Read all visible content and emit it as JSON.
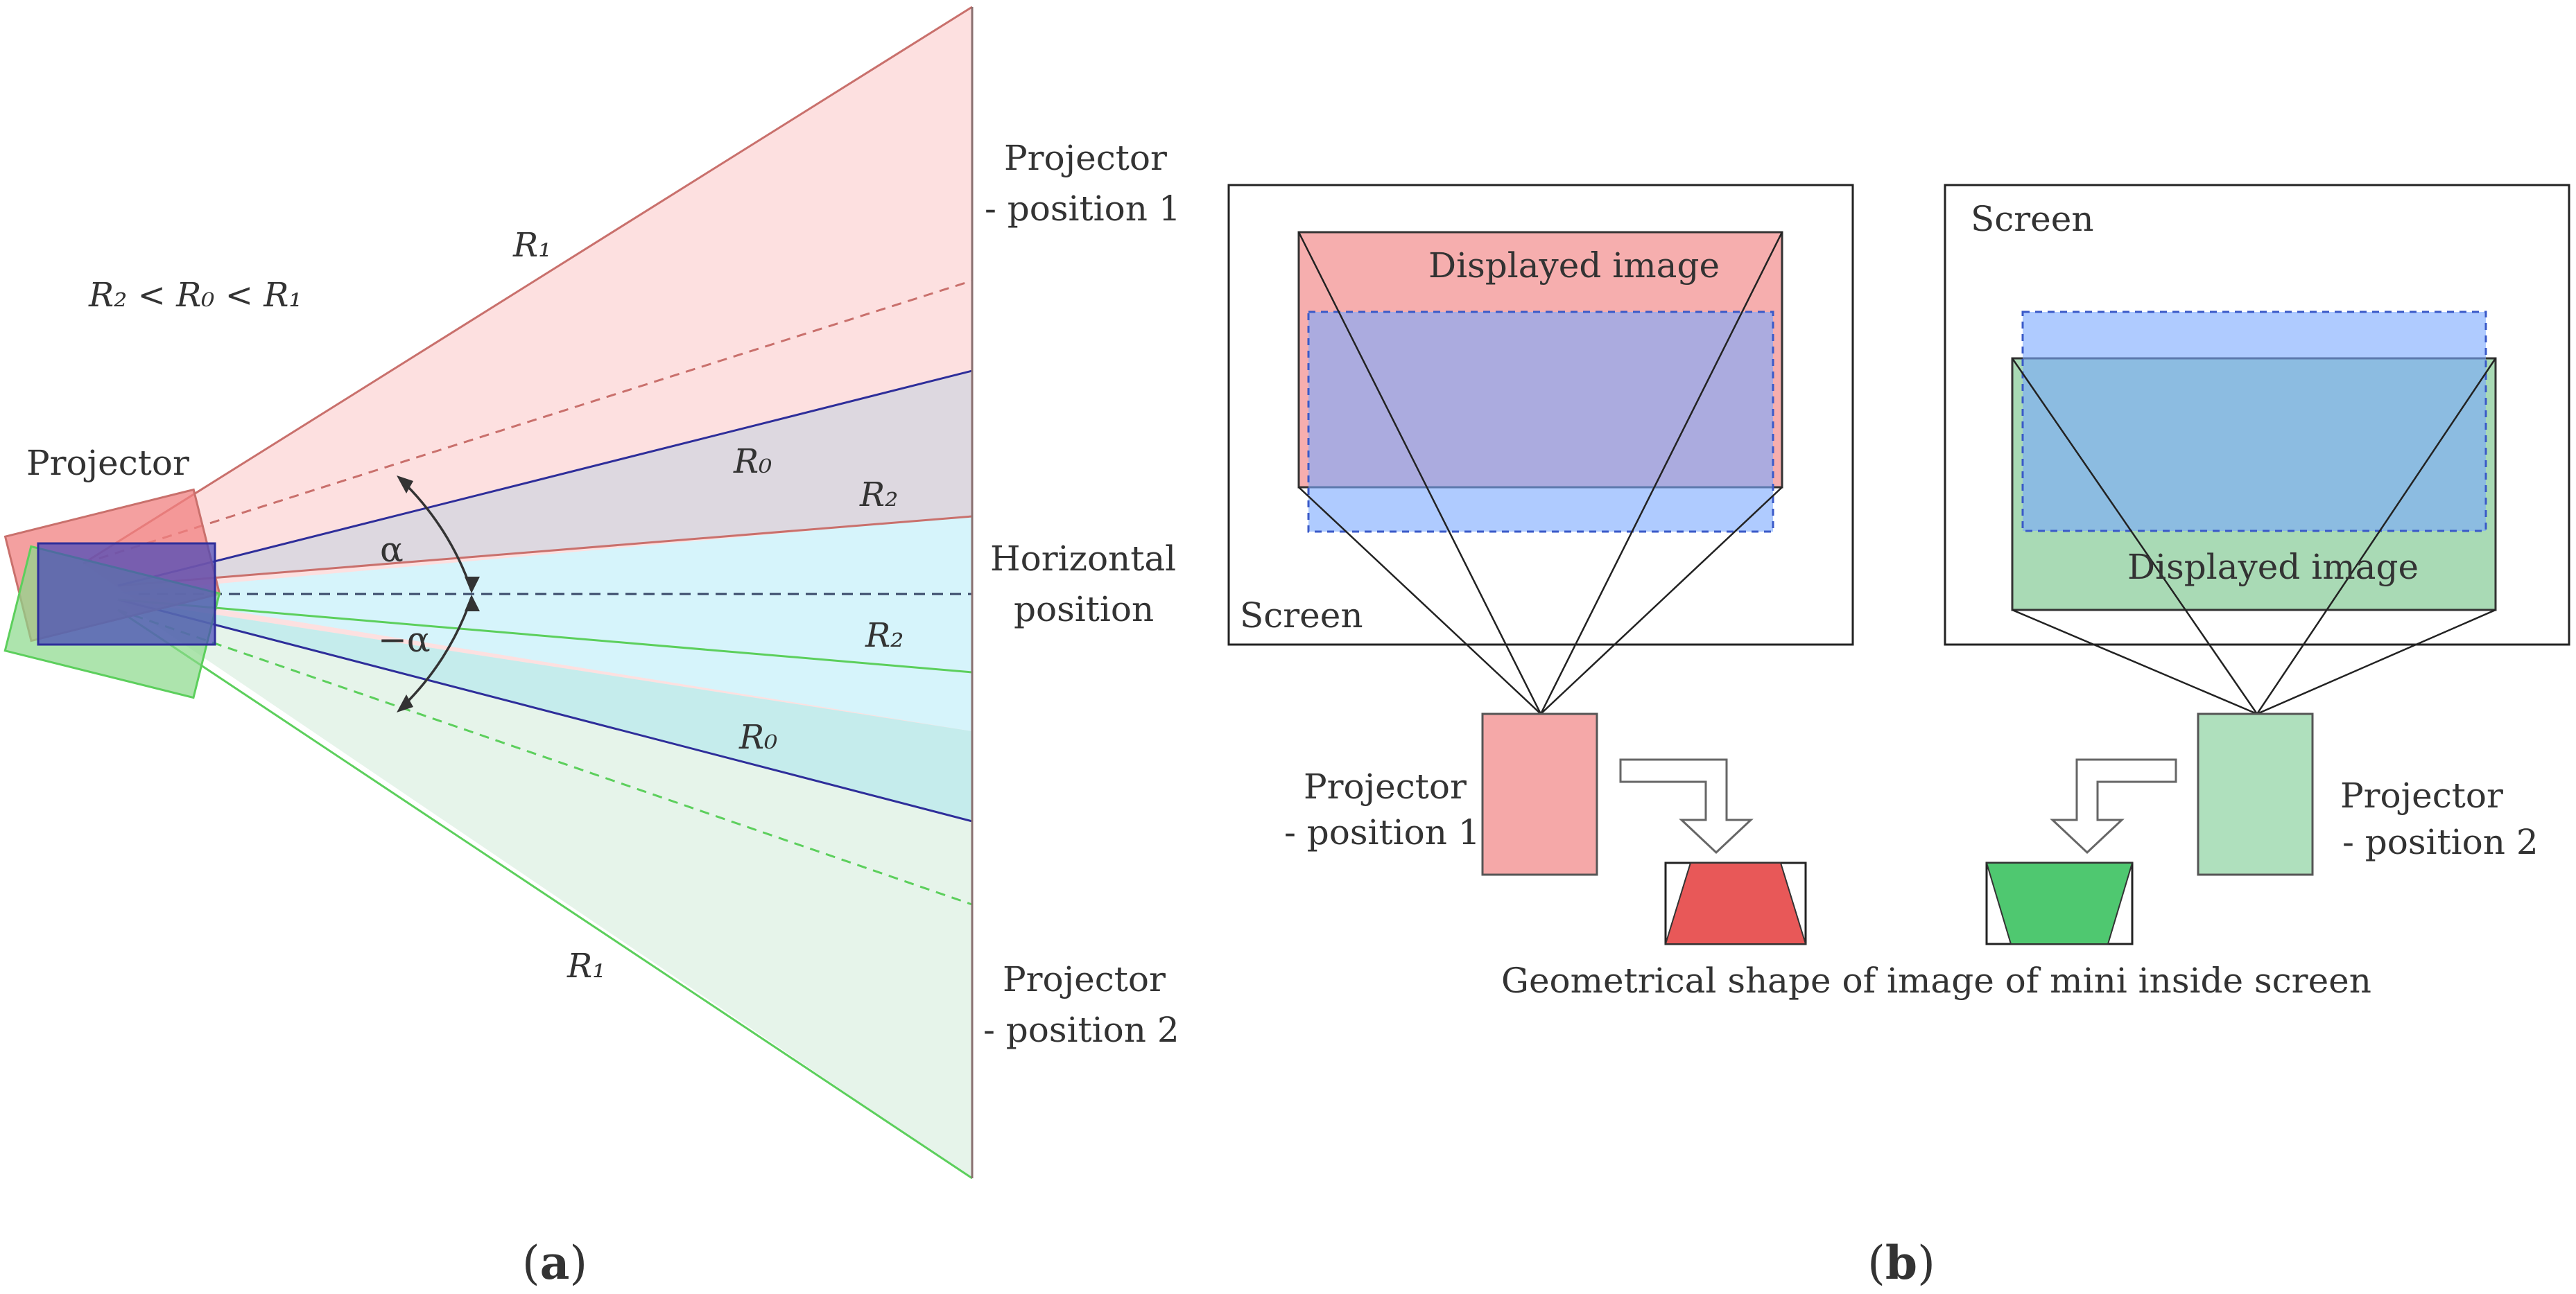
{
  "panel_a": {
    "label_prefix": "(",
    "label_letter": "a",
    "label_suffix": ")",
    "inequality": "R₂ < R₀ < R₁",
    "projector_label": "Projector",
    "pos1_line1": "Projector",
    "pos1_line2": "- position 1",
    "horizontal_line1": "Horizontal",
    "horizontal_line2": "position",
    "pos2_line1": "Projector",
    "pos2_line2": "- position 2",
    "r1_upper": "R₁",
    "r0_upper": "R₀",
    "r2_upper": "R₂",
    "r2_lower": "R₂",
    "r0_lower": "R₀",
    "r1_lower": "R₁",
    "alpha": "α",
    "neg_alpha": "−α"
  },
  "panel_b": {
    "label_prefix": "(",
    "label_letter": "b",
    "label_suffix": ")",
    "screen_left": "Screen",
    "screen_right": "Screen",
    "displayed_image_left": "Displayed image",
    "displayed_image_right": "Displayed image",
    "proj1_line1": "Projector",
    "proj1_line2": "- position 1",
    "proj2_line1": "Projector",
    "proj2_line2": "- position 2",
    "caption": "Geometrical shape of image of mini inside screen"
  },
  "colors": {
    "red_fill": "#fde0e0",
    "red_line": "#c9706c",
    "blue_line": "#2e2e9a",
    "green_fill": "#e6f4ea",
    "green_line": "#5ccf5c",
    "cyan_fill": "#d6f4fb",
    "purple_fill": "#ddd8e0",
    "teal_fill": "#c5ecec"
  }
}
